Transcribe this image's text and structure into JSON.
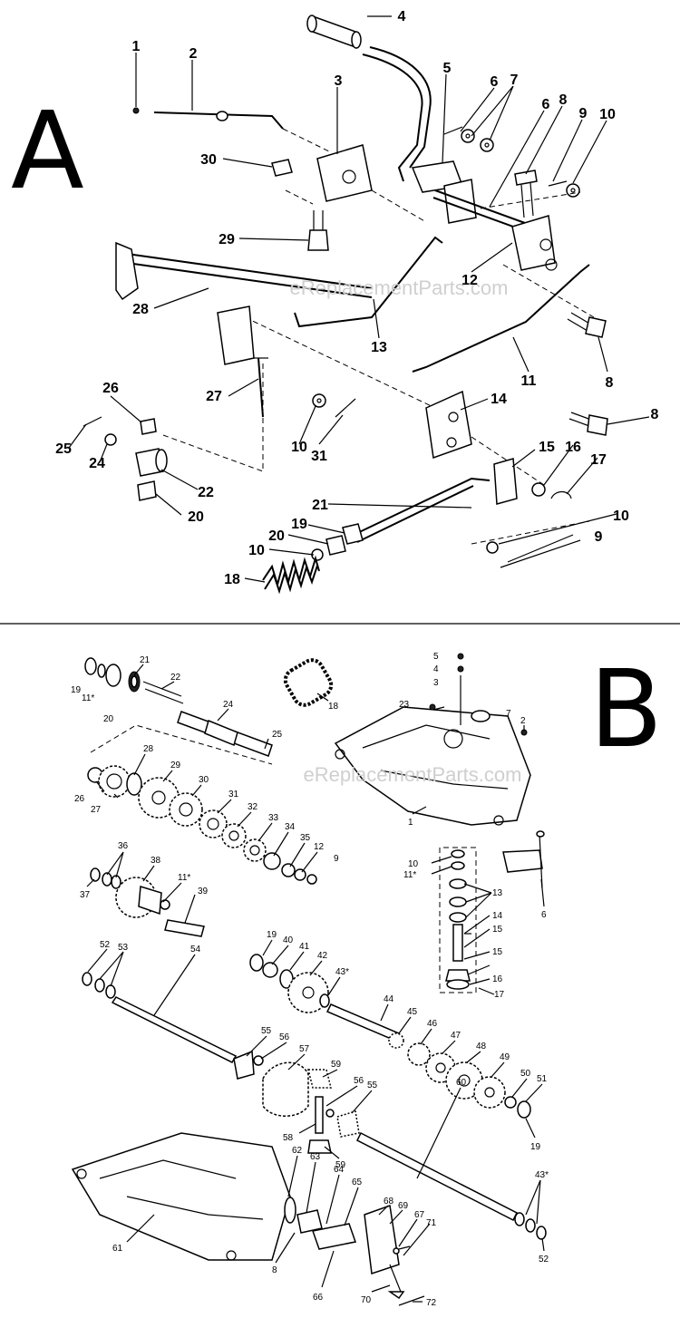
{
  "section_a": {
    "letter": "A",
    "labels": [
      {
        "id": "a1",
        "text": "1"
      },
      {
        "id": "a2",
        "text": "2"
      },
      {
        "id": "a3",
        "text": "3"
      },
      {
        "id": "a4",
        "text": "4"
      },
      {
        "id": "a5",
        "text": "5"
      },
      {
        "id": "a6a",
        "text": "6"
      },
      {
        "id": "a7",
        "text": "7"
      },
      {
        "id": "a6b",
        "text": "6"
      },
      {
        "id": "a8a",
        "text": "8"
      },
      {
        "id": "a9a",
        "text": "9"
      },
      {
        "id": "a10a",
        "text": "10"
      },
      {
        "id": "a30",
        "text": "30"
      },
      {
        "id": "a29",
        "text": "29"
      },
      {
        "id": "a12",
        "text": "12"
      },
      {
        "id": "a28",
        "text": "28"
      },
      {
        "id": "a13",
        "text": "13"
      },
      {
        "id": "a11",
        "text": "11"
      },
      {
        "id": "a8b",
        "text": "8"
      },
      {
        "id": "a27",
        "text": "27"
      },
      {
        "id": "a26",
        "text": "26"
      },
      {
        "id": "a10b",
        "text": "10"
      },
      {
        "id": "a31",
        "text": "31"
      },
      {
        "id": "a14",
        "text": "14"
      },
      {
        "id": "a8c",
        "text": "8"
      },
      {
        "id": "a25",
        "text": "25"
      },
      {
        "id": "a24",
        "text": "24"
      },
      {
        "id": "a22",
        "text": "22"
      },
      {
        "id": "a20a",
        "text": "20"
      },
      {
        "id": "a15",
        "text": "15"
      },
      {
        "id": "a16",
        "text": "16"
      },
      {
        "id": "a17",
        "text": "17"
      },
      {
        "id": "a21",
        "text": "21"
      },
      {
        "id": "a10c",
        "text": "10"
      },
      {
        "id": "a19",
        "text": "19"
      },
      {
        "id": "a20b",
        "text": "20"
      },
      {
        "id": "a9b",
        "text": "9"
      },
      {
        "id": "a10d",
        "text": "10"
      },
      {
        "id": "a18",
        "text": "18"
      }
    ]
  },
  "section_b": {
    "letter": "B",
    "labels": [
      {
        "id": "b19a",
        "text": "19"
      },
      {
        "id": "b11a",
        "text": "11*"
      },
      {
        "id": "b20",
        "text": "20"
      },
      {
        "id": "b21",
        "text": "21"
      },
      {
        "id": "b22",
        "text": "22"
      },
      {
        "id": "b18",
        "text": "18"
      },
      {
        "id": "b24",
        "text": "24"
      },
      {
        "id": "b25",
        "text": "25"
      },
      {
        "id": "b5",
        "text": "5"
      },
      {
        "id": "b4",
        "text": "4"
      },
      {
        "id": "b3",
        "text": "3"
      },
      {
        "id": "b23",
        "text": "23"
      },
      {
        "id": "b7",
        "text": "7"
      },
      {
        "id": "b2",
        "text": "2"
      },
      {
        "id": "b1",
        "text": "1"
      },
      {
        "id": "b26",
        "text": "26"
      },
      {
        "id": "b27",
        "text": "27"
      },
      {
        "id": "b28",
        "text": "28"
      },
      {
        "id": "b29",
        "text": "29"
      },
      {
        "id": "b30",
        "text": "30"
      },
      {
        "id": "b31",
        "text": "31"
      },
      {
        "id": "b32",
        "text": "32"
      },
      {
        "id": "b33",
        "text": "33"
      },
      {
        "id": "b34",
        "text": "34"
      },
      {
        "id": "b35",
        "text": "35"
      },
      {
        "id": "b12",
        "text": "12"
      },
      {
        "id": "b9",
        "text": "9"
      },
      {
        "id": "b10",
        "text": "10"
      },
      {
        "id": "b11b",
        "text": "11*"
      },
      {
        "id": "b36",
        "text": "36"
      },
      {
        "id": "b37",
        "text": "37"
      },
      {
        "id": "b38",
        "text": "38"
      },
      {
        "id": "b11c",
        "text": "11*"
      },
      {
        "id": "b39",
        "text": "39"
      },
      {
        "id": "b13",
        "text": "13"
      },
      {
        "id": "b14",
        "text": "14"
      },
      {
        "id": "b15a",
        "text": "15"
      },
      {
        "id": "b15b",
        "text": "15"
      },
      {
        "id": "b16",
        "text": "16"
      },
      {
        "id": "b17",
        "text": "17"
      },
      {
        "id": "b6",
        "text": "6"
      },
      {
        "id": "b52a",
        "text": "52"
      },
      {
        "id": "b53",
        "text": "53"
      },
      {
        "id": "b54",
        "text": "54"
      },
      {
        "id": "b19b",
        "text": "19"
      },
      {
        "id": "b40",
        "text": "40"
      },
      {
        "id": "b41",
        "text": "41"
      },
      {
        "id": "b42",
        "text": "42"
      },
      {
        "id": "b43a",
        "text": "43*"
      },
      {
        "id": "b44",
        "text": "44"
      },
      {
        "id": "b45",
        "text": "45"
      },
      {
        "id": "b46",
        "text": "46"
      },
      {
        "id": "b47",
        "text": "47"
      },
      {
        "id": "b48",
        "text": "48"
      },
      {
        "id": "b49",
        "text": "49"
      },
      {
        "id": "b50",
        "text": "50"
      },
      {
        "id": "b51a",
        "text": "51"
      },
      {
        "id": "b19c",
        "text": "19"
      },
      {
        "id": "b55a",
        "text": "55"
      },
      {
        "id": "b56a",
        "text": "56"
      },
      {
        "id": "b57",
        "text": "57"
      },
      {
        "id": "b59a",
        "text": "59"
      },
      {
        "id": "b56b",
        "text": "56"
      },
      {
        "id": "b55b",
        "text": "55"
      },
      {
        "id": "b58",
        "text": "58"
      },
      {
        "id": "b59b",
        "text": "59"
      },
      {
        "id": "b60",
        "text": "60"
      },
      {
        "id": "b62",
        "text": "62"
      },
      {
        "id": "b63",
        "text": "63"
      },
      {
        "id": "b64",
        "text": "64"
      },
      {
        "id": "b65",
        "text": "65"
      },
      {
        "id": "b43b",
        "text": "43*"
      },
      {
        "id": "b61",
        "text": "61"
      },
      {
        "id": "b8",
        "text": "8"
      },
      {
        "id": "b68",
        "text": "68"
      },
      {
        "id": "b69",
        "text": "69"
      },
      {
        "id": "b67",
        "text": "67"
      },
      {
        "id": "b71",
        "text": "71"
      },
      {
        "id": "b52b",
        "text": "52"
      },
      {
        "id": "b66",
        "text": "66"
      },
      {
        "id": "b70",
        "text": "70"
      },
      {
        "id": "b72",
        "text": "72"
      }
    ]
  }
}
